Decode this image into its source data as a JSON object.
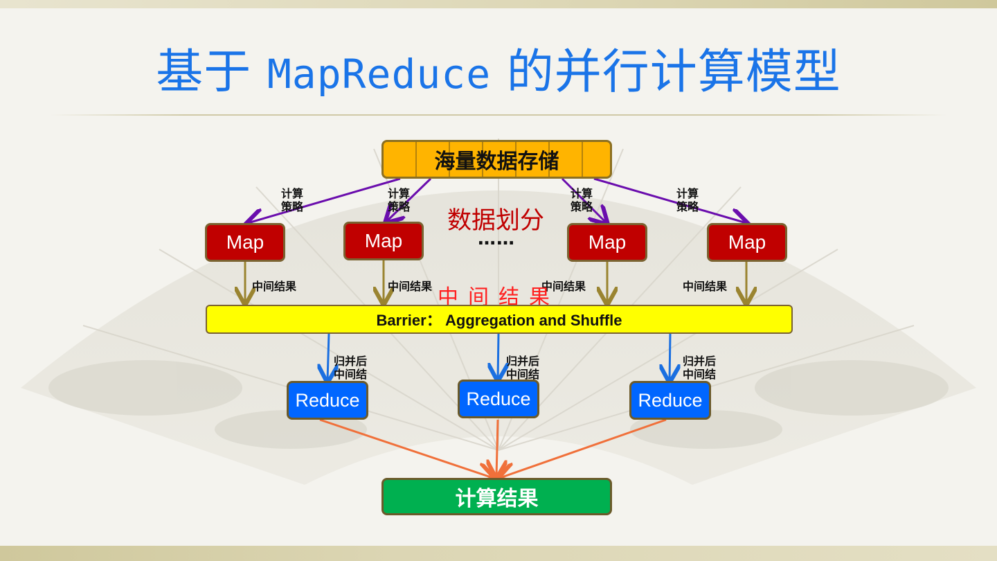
{
  "slide": {
    "title_prefix": "基于",
    "title_mid": "MapReduce",
    "title_suffix": "的并行计算模型"
  },
  "diagram": {
    "storage_label": "海量数据存储",
    "partition_label": "数据划分",
    "ellipsis": "……",
    "strategy_label": "计算策略",
    "map_label": "Map",
    "intermediate_label": "中间结果",
    "intermediate_big": "中间结果",
    "barrier_label": "Barrier： Aggregation and Shuffle",
    "merged_label": "归并后中间结果",
    "reduce_label": "Reduce",
    "result_label": "计算结果"
  },
  "colors": {
    "title": "#1a74e8",
    "storage": "#ffb400",
    "map": "#c00000",
    "barrier": "#ffff00",
    "reduce": "#0066ff",
    "result": "#00b050",
    "strategy_arrow": "#6a0dad",
    "map_arrow": "#9a8430",
    "reduce_in_arrow": "#1a6fe0",
    "result_arrow": "#f0703a"
  }
}
